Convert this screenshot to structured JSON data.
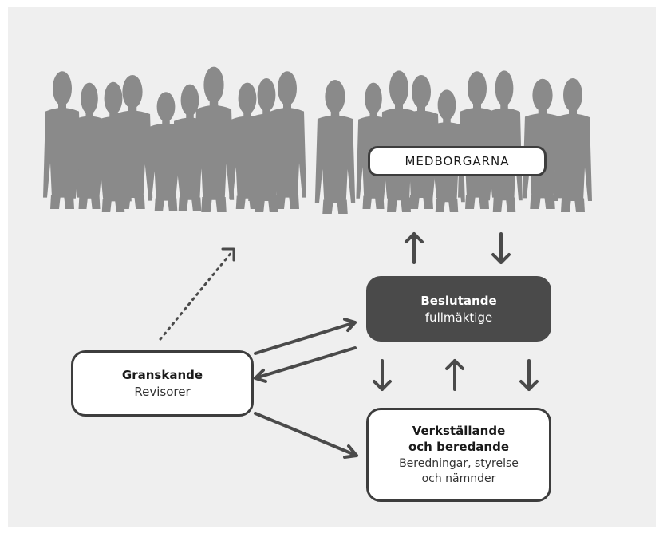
{
  "citizens": {
    "label": "MEDBORGARNA"
  },
  "decision": {
    "title": "Beslutande",
    "subtitle": "fullmäktige"
  },
  "audit": {
    "title": "Granskande",
    "subtitle": "Revisorer"
  },
  "executive": {
    "title_line1": "Verkställande",
    "title_line2": "och beredande",
    "subtitle_line1": "Beredningar, styrelse",
    "subtitle_line2": "och nämnder"
  },
  "colors": {
    "panel": "#efefef",
    "crowd": "#8a8a8a",
    "arrow": "#4a4a4a",
    "decision_box": "#4a4a4a",
    "box_border": "#3d3d3d"
  }
}
